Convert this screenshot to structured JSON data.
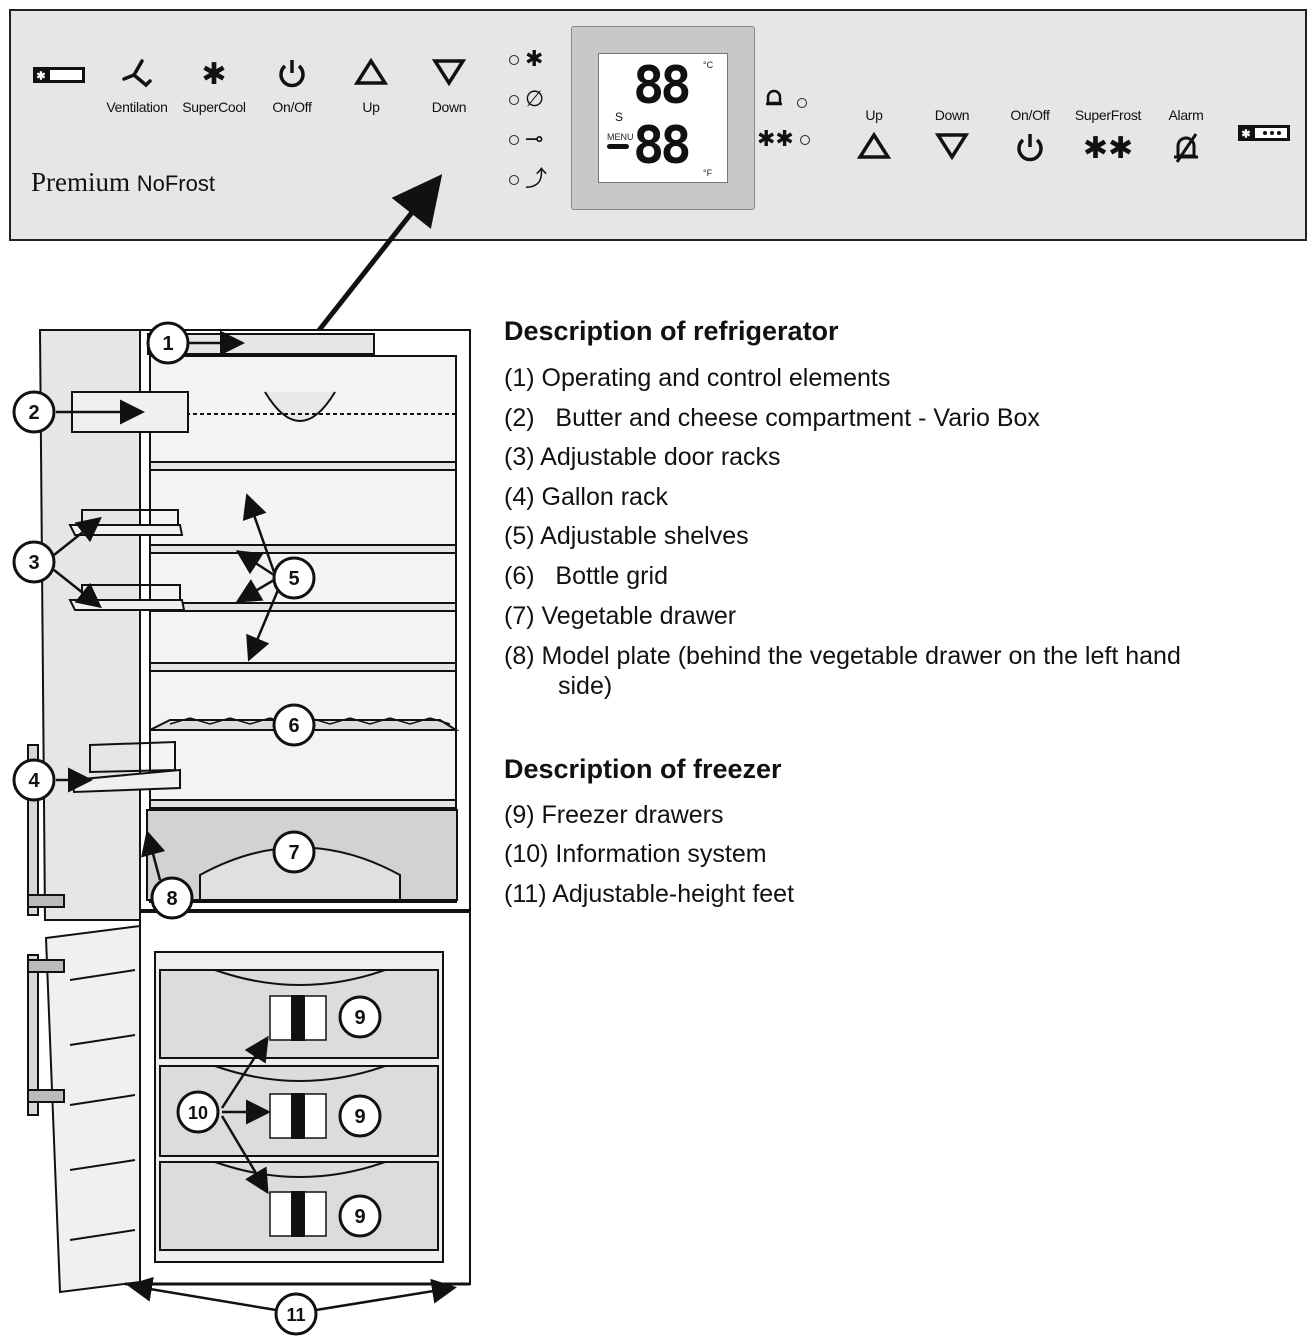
{
  "panel": {
    "brand_a": "Premium",
    "brand_b": "NoFrost",
    "left_buttons": [
      {
        "label": "",
        "icon": "battery-icon",
        "glyph": "▭"
      },
      {
        "label": "Ventilation",
        "icon": "fan-icon",
        "glyph": "⤴"
      },
      {
        "label": "SuperCool",
        "icon": "supercool-icon",
        "glyph": "✱"
      },
      {
        "label": "On/Off",
        "icon": "power-icon",
        "glyph": "⏻"
      },
      {
        "label": "Up",
        "icon": "up-triangle-icon",
        "glyph": "△"
      },
      {
        "label": "Down",
        "icon": "down-triangle-icon",
        "glyph": "▽"
      }
    ],
    "indicators_left": [
      {
        "icon": "supercool-indicator-icon",
        "glyph": "✱"
      },
      {
        "icon": "alarm-off-indicator-icon",
        "glyph": "∅"
      },
      {
        "icon": "key-indicator-icon",
        "glyph": "⊸"
      },
      {
        "icon": "ventilation-indicator-icon",
        "glyph": "⤴"
      }
    ],
    "indicators_right": [
      {
        "icon": "bell-indicator-icon",
        "glyph": "🔔"
      },
      {
        "icon": "superfrost-indicator-icon",
        "glyph": "✱✱"
      }
    ],
    "display": {
      "top_digits": "88",
      "bottom_digits": "88",
      "celsius": "°C",
      "fahrenheit": "°F",
      "s_label": "S",
      "menu_label": "MENU"
    },
    "right_buttons": [
      {
        "label": "Up",
        "icon": "up-triangle-icon",
        "glyph": "△"
      },
      {
        "label": "Down",
        "icon": "down-triangle-icon",
        "glyph": "▽"
      },
      {
        "label": "On/Off",
        "icon": "power-icon",
        "glyph": "⏻"
      },
      {
        "label": "SuperFrost",
        "icon": "superfrost-icon",
        "glyph": "✱✱"
      },
      {
        "label": "Alarm",
        "icon": "alarm-off-icon",
        "glyph": "∅"
      },
      {
        "label": "",
        "icon": "battery-icon",
        "glyph": "▭"
      }
    ]
  },
  "callouts": [
    "1",
    "2",
    "3",
    "4",
    "5",
    "6",
    "7",
    "8",
    "9",
    "9",
    "9",
    "10",
    "11"
  ],
  "refrigerator": {
    "heading": "Description of refrigerator",
    "items": [
      {
        "num": "(1)",
        "text": "Operating and control elements"
      },
      {
        "num": "(2)",
        "text": "Butter and cheese compartment - Vario Box"
      },
      {
        "num": "(3)",
        "text": "Adjustable door racks"
      },
      {
        "num": "(4)",
        "text": "Gallon rack"
      },
      {
        "num": "(5)",
        "text": "Adjustable shelves"
      },
      {
        "num": "(6)",
        "text": "Bottle grid"
      },
      {
        "num": "(7)",
        "text": "Vegetable drawer"
      },
      {
        "num": "(8)",
        "text": "Model plate (behind the vegetable drawer on the left hand"
      },
      {
        "num": "",
        "text": "side)"
      }
    ]
  },
  "freezer": {
    "heading": "Description of freezer",
    "items": [
      {
        "num": "(9)",
        "text": "Freezer drawers"
      },
      {
        "num": "(10)",
        "text": "Information system"
      },
      {
        "num": "(11)",
        "text": "Adjustable-height feet"
      }
    ]
  }
}
